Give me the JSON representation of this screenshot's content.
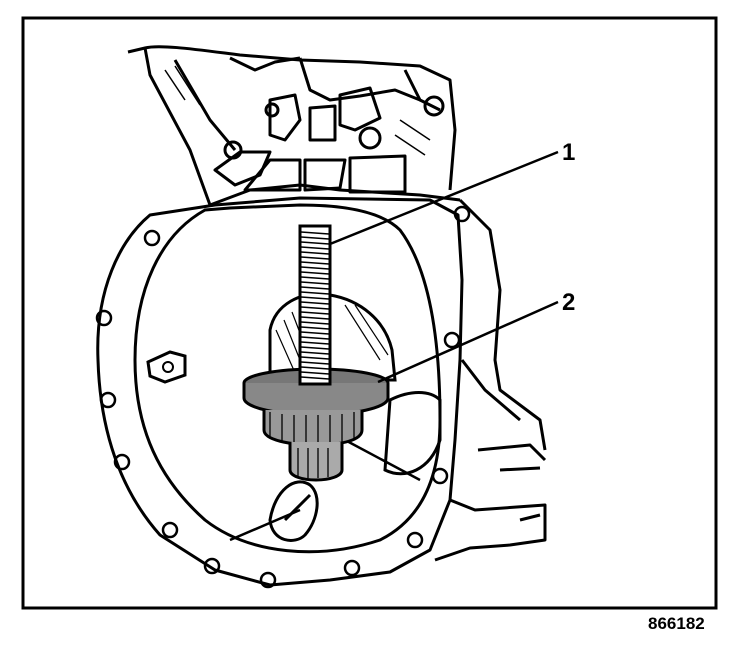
{
  "callouts": [
    {
      "label": "1",
      "part": "threaded-rod"
    },
    {
      "label": "2",
      "part": "seal-installer"
    }
  ],
  "figure_id": "866182",
  "colors": {
    "line": "#000000",
    "background": "#ffffff",
    "shading": "#777777"
  }
}
